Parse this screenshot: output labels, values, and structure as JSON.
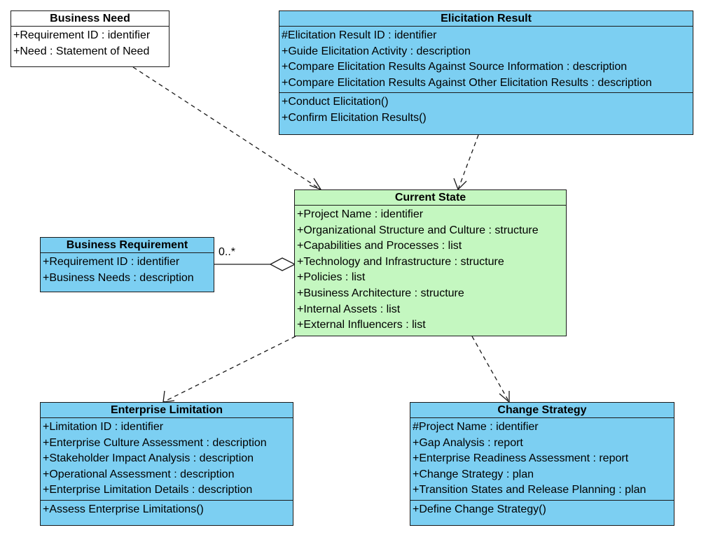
{
  "classes": {
    "business_need": {
      "name": "Business Need",
      "attributes": [
        "+Requirement ID : identifier",
        "+Need : Statement of Need"
      ],
      "operations": []
    },
    "elicitation_result": {
      "name": "Elicitation Result",
      "attributes": [
        "#Elicitation Result ID : identifier",
        "+Guide Elicitation Activity : description",
        "+Compare Elicitation Results Against Source Information : description",
        "+Compare Elicitation Results Against Other Elicitation Results : description"
      ],
      "operations": [
        "+Conduct Elicitation()",
        "+Confirm Elicitation Results()"
      ]
    },
    "current_state": {
      "name": "Current State",
      "attributes": [
        "+Project Name : identifier",
        "+Organizational Structure and Culture : structure",
        "+Capabilities and Processes : list",
        "+Technology and Infrastructure : structure",
        "+Policies : list",
        "+Business Architecture : structure",
        "+Internal Assets : list",
        "+External Influencers : list"
      ],
      "operations": []
    },
    "business_requirement": {
      "name": "Business Requirement",
      "attributes": [
        "+Requirement ID : identifier",
        "+Business Needs : description"
      ],
      "operations": []
    },
    "enterprise_limitation": {
      "name": "Enterprise Limitation",
      "attributes": [
        "+Limitation ID : identifier",
        "+Enterprise Culture Assessment : description",
        "+Stakeholder Impact Analysis : description",
        "+Operational Assessment : description",
        "+Enterprise Limitation Details : description"
      ],
      "operations": [
        "+Assess Enterprise Limitations()"
      ]
    },
    "change_strategy": {
      "name": "Change Strategy",
      "attributes": [
        "#Project Name : identifier",
        "+Gap Analysis : report",
        "+Enterprise Readiness Assessment : report",
        "+Change Strategy : plan",
        "+Transition States and Release Planning : plan"
      ],
      "operations": [
        "+Define Change Strategy()"
      ]
    }
  },
  "aggregation": {
    "multiplicity": "0..*"
  },
  "colors": {
    "blue": "#7ccff2",
    "green": "#c4f7c0",
    "white": "#ffffff",
    "line": "#1a1a1a"
  }
}
